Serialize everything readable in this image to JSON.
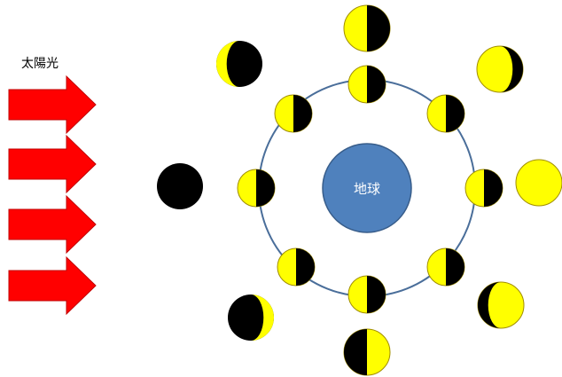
{
  "sunlight": {
    "label": "太陽光"
  },
  "earth": {
    "label": "地球"
  },
  "colors": {
    "arrow_fill": "#ff0000",
    "arrow_stroke": "#c00000",
    "orbit": "#4a6e9a",
    "earth_fill": "#4f81bd",
    "earth_stroke": "#385d8a",
    "moon_lit": "#ffff00",
    "moon_dark": "#000000",
    "moon_outline": "#a08d00"
  },
  "orbit_moons": [
    {
      "name": "orbit-moon-top"
    },
    {
      "name": "orbit-moon-top-right"
    },
    {
      "name": "orbit-moon-right"
    },
    {
      "name": "orbit-moon-bottom-right"
    },
    {
      "name": "orbit-moon-bottom"
    },
    {
      "name": "orbit-moon-bottom-left"
    },
    {
      "name": "orbit-moon-left"
    },
    {
      "name": "orbit-moon-top-left"
    }
  ],
  "phase_moons": [
    {
      "name": "phase-first-quarter",
      "phase": "first-quarter"
    },
    {
      "name": "phase-waxing-crescent",
      "phase": "waxing-crescent"
    },
    {
      "name": "phase-full-moon",
      "phase": "full"
    },
    {
      "name": "phase-waning-gibbous",
      "phase": "waning-gibbous"
    },
    {
      "name": "phase-last-quarter",
      "phase": "last-quarter"
    },
    {
      "name": "phase-waning-crescent",
      "phase": "waning-crescent"
    },
    {
      "name": "phase-new-moon",
      "phase": "new"
    },
    {
      "name": "phase-waxing-gibbous",
      "phase": "waxing-gibbous"
    }
  ]
}
